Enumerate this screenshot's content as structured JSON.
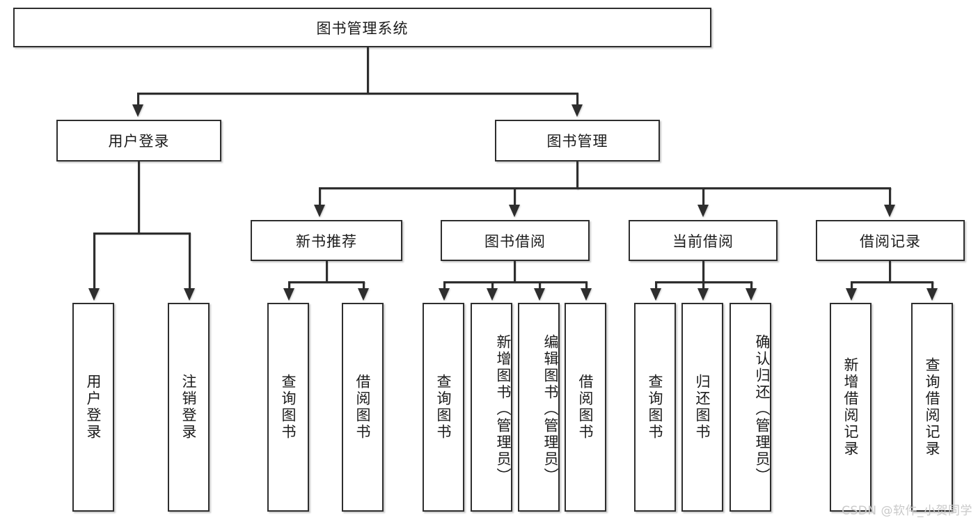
{
  "diagram": {
    "title_node": {
      "label": "图书管理系统"
    },
    "level2": [
      {
        "id": "user-login",
        "label": "用户登录"
      },
      {
        "id": "book-management",
        "label": "图书管理"
      }
    ],
    "level3": [
      {
        "id": "new-book-recommend",
        "label": "新书推荐"
      },
      {
        "id": "book-borrow",
        "label": "图书借阅"
      },
      {
        "id": "current-borrow",
        "label": "当前借阅"
      },
      {
        "id": "borrow-record",
        "label": "借阅记录"
      }
    ],
    "leaves": {
      "user_login": [
        {
          "id": "leaf-user-login",
          "label": "用户登录"
        },
        {
          "id": "leaf-logout-login",
          "label": "注销登录"
        }
      ],
      "new_book_recommend": [
        {
          "id": "leaf-query-book-1",
          "label": "查询图书"
        },
        {
          "id": "leaf-borrow-book-1",
          "label": "借阅图书"
        }
      ],
      "book_borrow": [
        {
          "id": "leaf-query-book-2",
          "label": "查询图书"
        },
        {
          "id": "leaf-add-book",
          "label": "新增图书（管理员）"
        },
        {
          "id": "leaf-edit-book",
          "label": "编辑图书（管理员）"
        },
        {
          "id": "leaf-borrow-book-2",
          "label": "借阅图书"
        }
      ],
      "current_borrow": [
        {
          "id": "leaf-query-book-3",
          "label": "查询图书"
        },
        {
          "id": "leaf-return-book",
          "label": "归还图书"
        },
        {
          "id": "leaf-confirm-return",
          "label": "确认归还（管理员）"
        }
      ],
      "borrow_record": [
        {
          "id": "leaf-add-borrow-record",
          "label": "新增借阅记录"
        },
        {
          "id": "leaf-query-borrow-record",
          "label": "查询借阅记录"
        }
      ]
    }
  },
  "watermark": {
    "text": "CSDN @软件_小贺同学"
  },
  "colors": {
    "line": "#2e2e2e",
    "box_fill": "#ffffff",
    "text": "#1b1b1b",
    "watermark": "#c9c9c9"
  }
}
